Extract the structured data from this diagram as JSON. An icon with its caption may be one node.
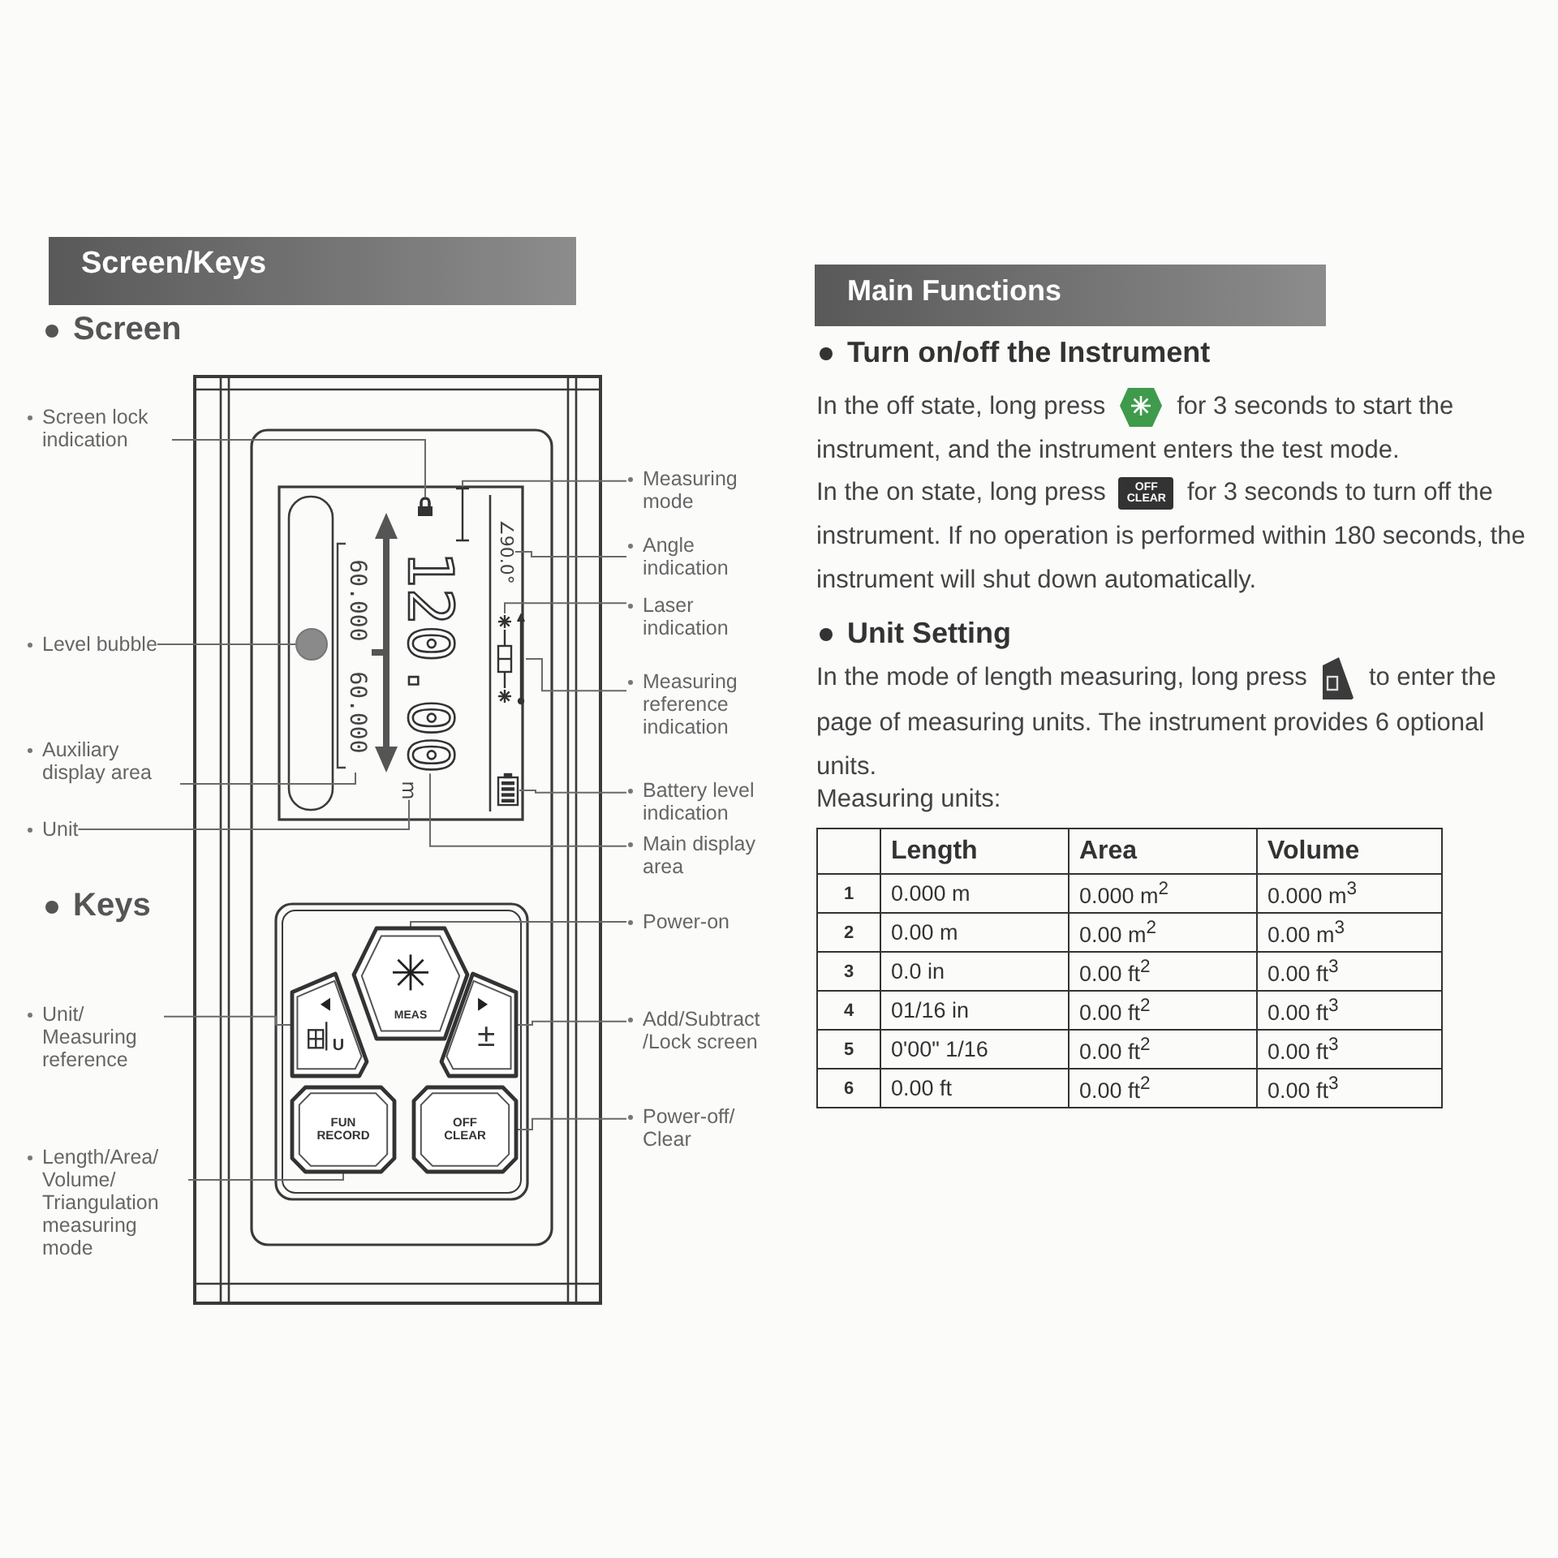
{
  "diagram": {
    "nodes": [
      {
        "text": [
          "Screen lock indication"
        ]
      },
      {
        "text": [
          "Level bubble"
        ]
      },
      {
        "text": [
          "Auxiliary display area"
        ]
      },
      {
        "text": [
          "Unit"
        ]
      },
      {
        "text": [
          "Measuring mode"
        ]
      },
      {
        "text": [
          "Angle indication"
        ]
      },
      {
        "text": [
          "Laser indication"
        ]
      },
      {
        "text": [
          "Measuring reference indication"
        ]
      },
      {
        "text": [
          "Battery level indication"
        ]
      },
      {
        "text": [
          "Main display area"
        ]
      },
      {
        "text": [
          "Power-on"
        ]
      },
      {
        "text": [
          "Unit/ Measuring reference"
        ]
      },
      {
        "text": [
          "Add/Subtract /Lock screen"
        ]
      },
      {
        "text": [
          "Power-off/ Clear"
        ]
      },
      {
        "text": [
          "Length/Area/ Volume/ Triangulation measuring mode"
        ]
      },
      {
        "text": [],
        "shape": "box"
      },
      {
        "text": [],
        "shape": "circle"
      },
      {
        "text": [
          "60.000",
          "60.000"
        ]
      },
      {
        "text": [
          "m"
        ]
      },
      {
        "text": [],
        "shape": "picture"
      },
      {
        "text": [
          "∠90.0°"
        ]
      },
      {
        "text": [],
        "shape": "picture"
      },
      {
        "text": [],
        "shape": "picture"
      },
      {
        "text": [],
        "shape": "picture"
      },
      {
        "text": [
          "120.00"
        ]
      },
      {
        "text": [
          "MEAS"
        ]
      },
      {
        "text": [
          "U"
        ]
      },
      {
        "text": [
          "±"
        ]
      },
      {
        "text": [
          "FUN RECORD"
        ]
      },
      {
        "text": [
          "OFF CLEAR"
        ]
      }
    ],
    "edges": [
      {
        "from": 0,
        "to": 15,
        "arrow": "none"
      },
      {
        "from": 1,
        "to": 16,
        "arrow": "none"
      },
      {
        "from": 2,
        "to": 17,
        "arrow": "none"
      },
      {
        "from": 3,
        "to": 18,
        "arrow": "none"
      },
      {
        "from": 4,
        "to": 19,
        "arrow": "none"
      },
      {
        "from": 5,
        "to": 20,
        "arrow": "none"
      },
      {
        "from": 6,
        "to": 21,
        "arrow": "none"
      },
      {
        "from": 7,
        "to": 22,
        "arrow": "none"
      },
      {
        "from": 8,
        "to": 23,
        "arrow": "none"
      },
      {
        "from": 9,
        "to": 24,
        "arrow": "none"
      },
      {
        "from": 10,
        "to": 25,
        "arrow": "none"
      },
      {
        "from": 11,
        "to": 26,
        "arrow": "none"
      },
      {
        "from": 12,
        "to": 27,
        "arrow": "none"
      },
      {
        "from": 13,
        "to": 29,
        "arrow": "none"
      },
      {
        "from": 14,
        "to": 28,
        "arrow": "none"
      }
    ],
    "labels": [
      "Screen/Keys",
      "Screen",
      "Keys",
      "Main Functions",
      "Turn on/off the Instrument",
      "In the off state, long press",
      "for 3 seconds to start the instrument, and the instrument enters the test mode.",
      "In the on state, long press",
      "OFF CLEAR",
      "for 3 seconds to turn off the instrument. If no operation is performed within 180 seconds, the instrument will shut down automatically.",
      "Unit Setting",
      "In the mode of length measuring, long press",
      "to enter the page of measuring units. The instrument provides 6 optional units.",
      "Measuring units:",
      "Length",
      "Area",
      "Volume",
      "1",
      "0.000 m",
      "0.000 m$^{2}$",
      "0.000 m$^{3}$",
      "2",
      "0.00 m",
      "0.00 m$^{2}$",
      "0.00 m$^{3}$",
      "3",
      "0.0 in",
      "0.00 ft$^{2}$",
      "0.00 ft$^{3}$",
      "4",
      "01/16 in",
      "0.00 ft$^{2}$",
      "0.00 ft$^{3}$",
      "5",
      "0'00\" 1/16",
      "0.00 ft$^{2}$",
      "0.00 ft$^{3}$",
      "6",
      "0.00 ft",
      "0.00 ft$^{2}$",
      "0.00 ft$^{3}$"
    ]
  }
}
